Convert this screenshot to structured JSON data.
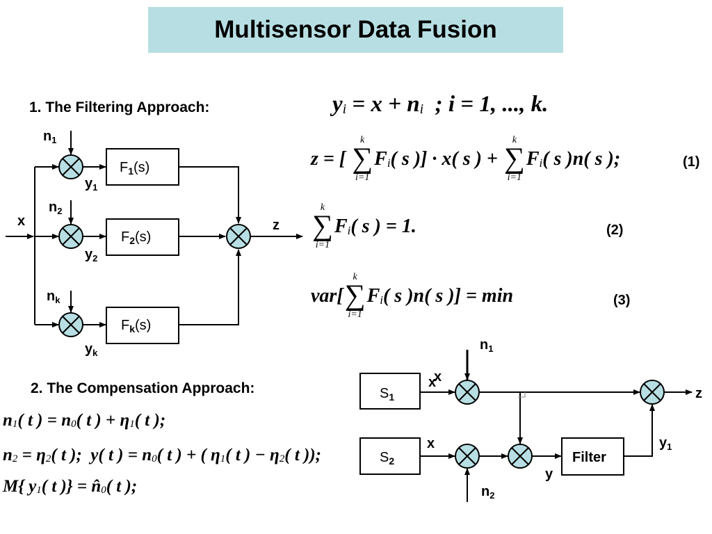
{
  "title": "Multisensor Data Fusion",
  "sections": {
    "filtering": "1. The Filtering Approach:",
    "compensation": "2. The Compensation Approach:"
  },
  "colors": {
    "title_bg": "#b7dfe3",
    "summer_fill": "#b7dfe3"
  },
  "filtering_diagram": {
    "input": "x",
    "output": "z",
    "branches": [
      {
        "noise": "n",
        "noise_sub": "1",
        "signal": "y",
        "signal_sub": "1",
        "filter": "F",
        "filter_sub": "1",
        "filter_arg": "(s)"
      },
      {
        "noise": "n",
        "noise_sub": "2",
        "signal": "y",
        "signal_sub": "2",
        "filter": "F",
        "filter_sub": "2",
        "filter_arg": "(s)"
      },
      {
        "noise": "n",
        "noise_sub": "k",
        "signal": "y",
        "signal_sub": "k",
        "filter": "F",
        "filter_sub": "k",
        "filter_arg": "(s)"
      }
    ]
  },
  "compensation_diagram": {
    "sensor1": {
      "name": "S",
      "sub": "1"
    },
    "sensor2": {
      "name": "S",
      "sub": "2"
    },
    "x1": "x",
    "x1_dup": "x",
    "x2": "x",
    "n1": {
      "name": "n",
      "sub": "1"
    },
    "n2": {
      "name": "n",
      "sub": "2"
    },
    "y": "y",
    "y1": {
      "name": "y",
      "sub": "1"
    },
    "filter": "Filter",
    "output": "z"
  },
  "formulas": {
    "measurement": [
      {
        "t": "y"
      },
      {
        "t": "i",
        "sub": true
      },
      {
        "t": " = x + n"
      },
      {
        "t": "i",
        "sub": true
      },
      {
        "t": "  ; i = 1, ..., k."
      }
    ],
    "eq1": {
      "parts": [
        {
          "t": "z = [ "
        },
        {
          "sum": true,
          "upper": "k",
          "lower": "i=1"
        },
        {
          "t": "F"
        },
        {
          "t": "i",
          "sub": true
        },
        {
          "t": "( s )] · x( s ) + "
        },
        {
          "sum": true,
          "upper": "k",
          "lower": "i=1"
        },
        {
          "t": "F"
        },
        {
          "t": "i",
          "sub": true
        },
        {
          "t": "( s )n( s );"
        }
      ],
      "label": "(1)"
    },
    "eq2": {
      "parts": [
        {
          "sum": true,
          "upper": "k",
          "lower": "i=1"
        },
        {
          "t": "F"
        },
        {
          "t": "i",
          "sub": true
        },
        {
          "t": "( s ) = 1."
        }
      ],
      "label": "(2)"
    },
    "eq3": {
      "parts": [
        {
          "t": "var["
        },
        {
          "sum": true,
          "upper": "k",
          "lower": "i=1"
        },
        {
          "t": "F"
        },
        {
          "t": "i",
          "sub": true
        },
        {
          "t": "( s )n( s )] = min"
        }
      ],
      "label": "(3)"
    },
    "comp1": [
      {
        "t": "n"
      },
      {
        "t": "1",
        "sub": true
      },
      {
        "t": "( t ) = n"
      },
      {
        "t": "0",
        "sub": true
      },
      {
        "t": "( t ) + η"
      },
      {
        "t": "1",
        "sub": true
      },
      {
        "t": "( t );"
      }
    ],
    "comp2": [
      {
        "t": "n"
      },
      {
        "t": "2",
        "sub": true
      },
      {
        "t": " = η"
      },
      {
        "t": "2",
        "sub": true
      },
      {
        "t": "( t );  y( t ) = n"
      },
      {
        "t": "0",
        "sub": true
      },
      {
        "t": "( t ) + ( η"
      },
      {
        "t": "1",
        "sub": true
      },
      {
        "t": "( t ) − η"
      },
      {
        "t": "2",
        "sub": true
      },
      {
        "t": "( t ));"
      }
    ],
    "comp3": [
      {
        "t": "M{ y"
      },
      {
        "t": "1",
        "sub": true
      },
      {
        "t": "( t )} = n̂"
      },
      {
        "t": "0",
        "sub": true
      },
      {
        "t": "( t );"
      }
    ]
  }
}
